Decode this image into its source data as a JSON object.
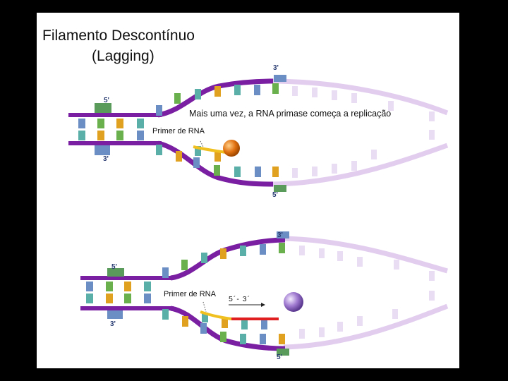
{
  "title": {
    "line1": "Filamento Descontínuo",
    "line2": "(Lagging)"
  },
  "top_panel": {
    "caption": "Mais uma vez, a RNA primase começa a replicação",
    "primer_label": "Primer de RNA",
    "end_top_right": "3'",
    "end_left_top": "5'",
    "end_left_bottom": "3'",
    "end_bottom": "5'"
  },
  "bottom_panel": {
    "primer_label": "Primer de RNA",
    "direction_label": "5´- 3´",
    "end_top_right": "3'",
    "end_left_top": "5'",
    "end_left_bottom": "3'",
    "end_bottom": "5'"
  },
  "colors": {
    "backbone": "#7a1fa2",
    "backbone_faded": "#e2cdef",
    "primase": "#e07010",
    "polymerase": "#9a70c8",
    "primer": "#f0c020",
    "new_strand": "#e02020"
  }
}
